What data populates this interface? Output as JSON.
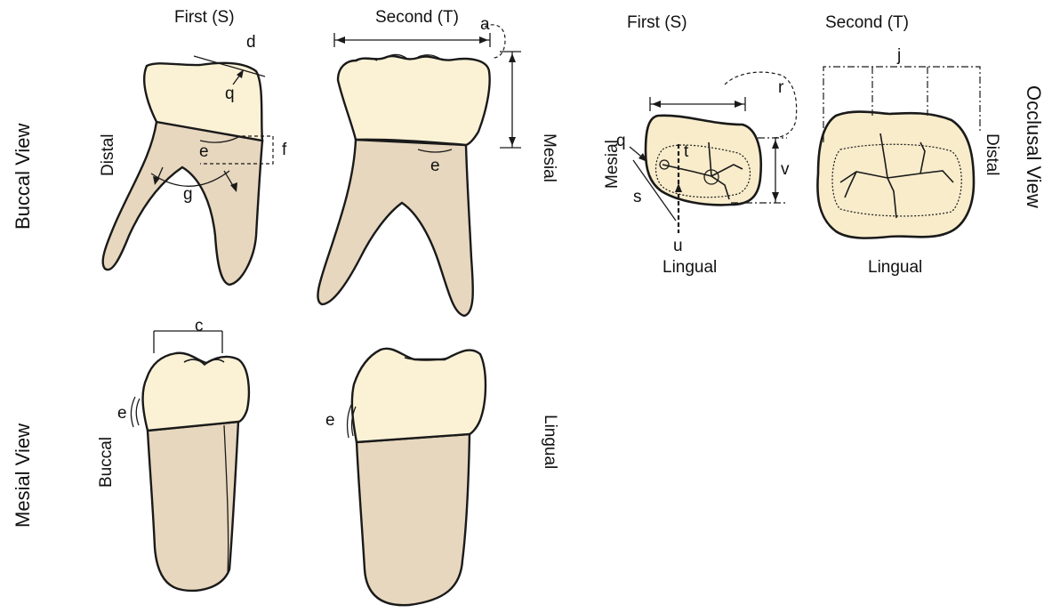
{
  "headings": {
    "buccal_first": "First  (S)",
    "buccal_second": "Second (T)",
    "occlusal_first": "First  (S)",
    "occlusal_second": "Second (T)"
  },
  "views": {
    "buccal": "Buccal View",
    "mesial": "Mesial View",
    "occlusal": "Occlusal View"
  },
  "orientation": {
    "distal_buccal": "Distal",
    "mesial_buccal": "Mesial",
    "buccal_mesial": "Buccal",
    "lingual_mesial": "Lingual",
    "mesial_occlusal": "Mesial",
    "distal_occlusal": "Distal",
    "lingual_occlusal_first": "Lingual",
    "lingual_occlusal_second": "Lingual"
  },
  "markers": {
    "a": "a",
    "d": "d",
    "q_buccal": "q",
    "e_first": "e",
    "f": "f",
    "g": "g",
    "e_second": "e",
    "c": "c",
    "e_mesial_first": "e",
    "e_mesial_second": "e",
    "r": "r",
    "q_occlusal": "q",
    "t": "t",
    "v": "v",
    "s": "s",
    "u": "u",
    "j": "j"
  },
  "colors": {
    "crown": "#fbf2d6",
    "root": "#e7d7be",
    "outline": "#1a1a1a"
  }
}
